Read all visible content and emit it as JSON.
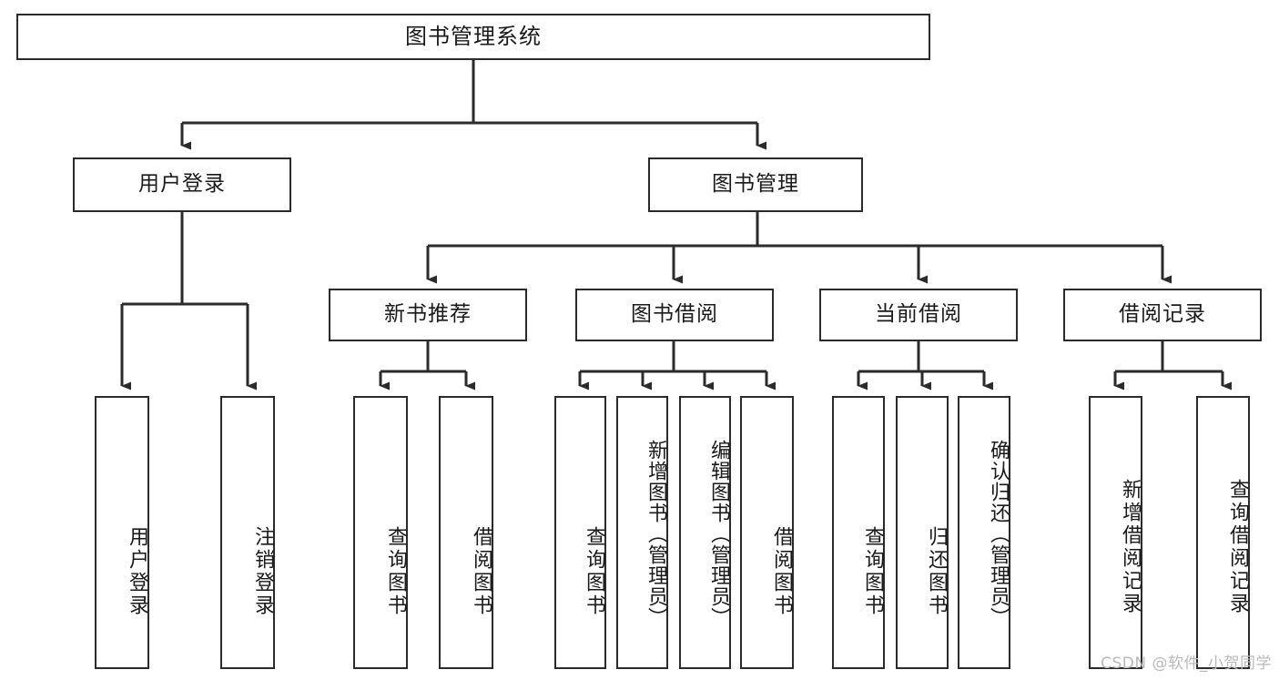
{
  "diagram": {
    "type": "tree-hierarchy",
    "title": "图书管理系统",
    "watermark": "CSDN @软件_小贺同学",
    "colors": {
      "line": "#2b2b2b",
      "box_border": "#2b2b2b",
      "box_fill": "#ffffff",
      "text": "#1a1a1a",
      "watermark": "#b9b9b9",
      "background": "#ffffff"
    },
    "levels": [
      {
        "level": 1,
        "nodes": [
          {
            "id": "root",
            "label": "图书管理系统",
            "orientation": "horizontal"
          }
        ]
      },
      {
        "level": 2,
        "nodes": [
          {
            "id": "user-login",
            "label": "用户登录",
            "orientation": "horizontal",
            "parent": "root"
          },
          {
            "id": "book-manage",
            "label": "图书管理",
            "orientation": "horizontal",
            "parent": "root"
          }
        ]
      },
      {
        "level": 3,
        "nodes": [
          {
            "id": "new-book-recommend",
            "label": "新书推荐",
            "orientation": "horizontal",
            "parent": "book-manage"
          },
          {
            "id": "book-borrow",
            "label": "图书借阅",
            "orientation": "horizontal",
            "parent": "book-manage"
          },
          {
            "id": "current-borrow",
            "label": "当前借阅",
            "orientation": "horizontal",
            "parent": "book-manage"
          },
          {
            "id": "borrow-record",
            "label": "借阅记录",
            "orientation": "horizontal",
            "parent": "book-manage"
          }
        ]
      },
      {
        "level": 4,
        "nodes": [
          {
            "id": "leaf-user-login",
            "label": "用户登录",
            "orientation": "vertical",
            "parent": "user-login"
          },
          {
            "id": "leaf-logout",
            "label": "注销登录",
            "orientation": "vertical",
            "parent": "user-login"
          },
          {
            "id": "leaf-query-book-1",
            "label": "查询图书",
            "orientation": "vertical",
            "parent": "new-book-recommend"
          },
          {
            "id": "leaf-borrow-book-1",
            "label": "借阅图书",
            "orientation": "vertical",
            "parent": "new-book-recommend"
          },
          {
            "id": "leaf-query-book-2",
            "label": "查询图书",
            "orientation": "vertical",
            "parent": "book-borrow"
          },
          {
            "id": "leaf-add-book",
            "label": "新增图书（管理员）",
            "orientation": "vertical",
            "parent": "book-borrow"
          },
          {
            "id": "leaf-edit-book",
            "label": "编辑图书（管理员）",
            "orientation": "vertical",
            "parent": "book-borrow"
          },
          {
            "id": "leaf-borrow-book-2",
            "label": "借阅图书",
            "orientation": "vertical",
            "parent": "book-borrow"
          },
          {
            "id": "leaf-query-book-3",
            "label": "查询图书",
            "orientation": "vertical",
            "parent": "current-borrow"
          },
          {
            "id": "leaf-return-book",
            "label": "归还图书",
            "orientation": "vertical",
            "parent": "current-borrow"
          },
          {
            "id": "leaf-confirm-return",
            "label": "确认归还（管理员）",
            "orientation": "vertical",
            "parent": "current-borrow"
          },
          {
            "id": "leaf-add-record",
            "label": "新增借阅记录",
            "orientation": "vertical",
            "parent": "borrow-record"
          },
          {
            "id": "leaf-query-record",
            "label": "查询借阅记录",
            "orientation": "vertical",
            "parent": "borrow-record"
          }
        ]
      }
    ]
  }
}
